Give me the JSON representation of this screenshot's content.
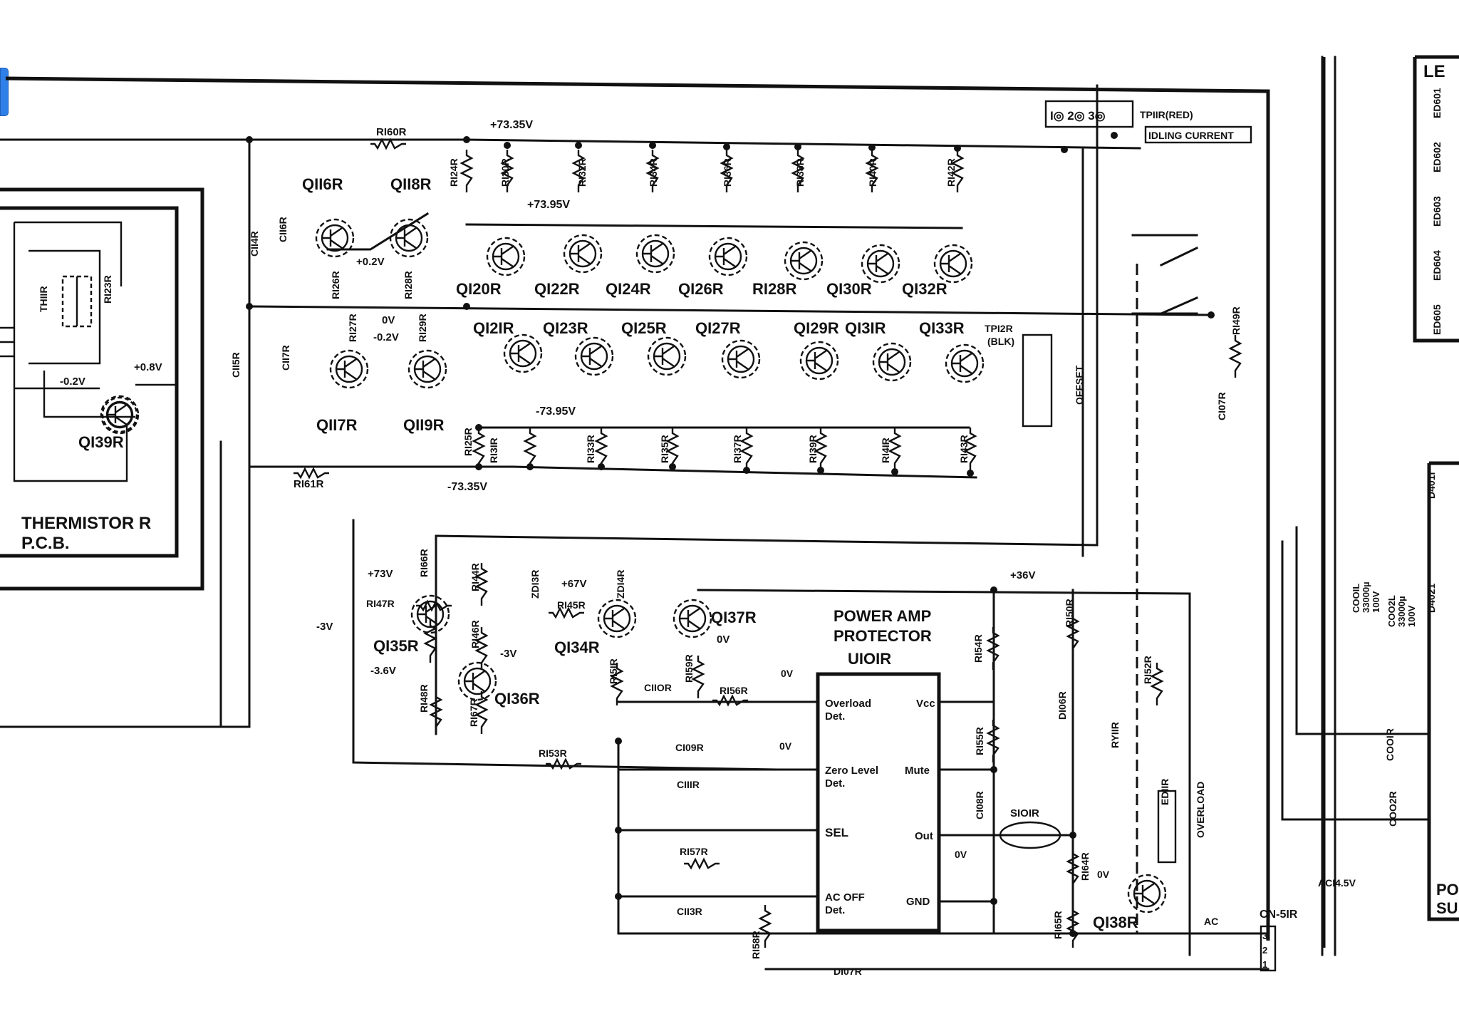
{
  "labels": {
    "thermistor_board": [
      "THERMISTOR R",
      "P.C.B."
    ],
    "th": "THIIR",
    "r123": "RI23R",
    "q139": "QI39R",
    "v08": "+0.8V",
    "vm02a": "-0.2V",
    "r160": "RI60R",
    "r161": "RI61R",
    "c114": "CII4R",
    "c115": "CII5R",
    "c116": "CII6R",
    "c117": "CII7R",
    "q116": "QII6R",
    "q118": "QII8R",
    "q117": "QII7R",
    "q119": "QII9R",
    "r124": "RI24R",
    "r125": "RI25R",
    "r126": "RI26R",
    "r127": "RI27R",
    "r128": "RI28R",
    "r129": "RI29R",
    "v02": "+0.2V",
    "v0a": "0V",
    "vm02b": "-0.2V",
    "vp7335": "+73.35V",
    "vp7395": "+73.95V",
    "vm7395": "-73.95V",
    "vm7335": "-73.35V",
    "r130": "RI30R",
    "r132": "RI32R",
    "r134": "RI34R",
    "r136": "RI36R",
    "r138": "RI38R",
    "r140": "RI40R",
    "r142": "RI42R",
    "q120": "QI20R",
    "q122": "QI22R",
    "q124": "QI24R",
    "q126": "QI26R",
    "r128t": "RI28R",
    "q130": "QI30R",
    "q132": "QI32R",
    "q121": "QI2IR",
    "q123": "QI23R",
    "q125": "QI25R",
    "q127": "QI27R",
    "q129": "QI29R",
    "q131": "QI3IR",
    "q133": "QI33R",
    "r131": "RI3IR",
    "r133": "RI33R",
    "r135": "RI35R",
    "r137": "RI37R",
    "r139": "RI39R",
    "r141": "RI4IR",
    "r143": "RI43R",
    "tp11": "TPIIR(RED)",
    "idling": "IDLING CURRENT",
    "tp_pins": "I◎ 2◎ 3◎",
    "tp12": "TPI2R",
    "blk": "(BLK)",
    "offset": "OFFSET",
    "r149": "RI49R",
    "c107": "CI07R",
    "r166": "RI66R",
    "r144": "RI44R",
    "zd13": "ZDI3R",
    "zd14": "ZDI4R",
    "v67": "+67V",
    "v73": "+73V",
    "r147": "RI47R",
    "vm3a": "-3V",
    "q135": "QI35R",
    "r145": "RI45R",
    "r146": "RI46R",
    "vm3b": "-3V",
    "q134": "QI34R",
    "q137": "QI37R",
    "v0b": "0V",
    "vm36": "-3.6V",
    "q136": "QI36R",
    "r148": "RI48R",
    "r167": "RI67R",
    "r151": "RI5IR",
    "r159": "RI59R",
    "power_amp": "POWER AMP",
    "protector": "PROTECTOR",
    "u101": "UIOIR",
    "c110": "CIIOR",
    "r156": "RI56R",
    "v0c": "0V",
    "c109": "CI09R",
    "r153": "RI53R",
    "v0d": "0V",
    "c111": "CIIIR",
    "r157": "RI57R",
    "c113": "CII3R",
    "r158": "RI58R",
    "d107": "DI07R",
    "pin_overload": [
      "Overload",
      "Det."
    ],
    "pin_zero": [
      "Zero Level",
      "Det."
    ],
    "pin_sel": "SEL",
    "pin_acoff": [
      "AC OFF",
      "Det."
    ],
    "pin_vcc": "Vcc",
    "pin_mute": "Mute",
    "pin_out": "Out",
    "pin_gnd": "GND",
    "v0e": "0V",
    "v36": "+36V",
    "r154": "RI54R",
    "r155": "RI55R",
    "c108": "CI08R",
    "s101": "SIOIR",
    "r150": "RI50R",
    "d106": "DI06R",
    "ry11": "RYIIR",
    "r152": "RI52R",
    "ed11": "EDIIR",
    "overload": "OVERLOAD",
    "r164": "RI64R",
    "r165": "RI65R",
    "v0f": "0V",
    "q138": "QI38R",
    "ac": "AC",
    "cn51": "CN-5IR",
    "ac145": "ACI4.5V",
    "cn_pins": [
      "3",
      "2",
      "1"
    ],
    "right_le": "LE",
    "right_ed": [
      "ED605",
      "ED604",
      "ED603",
      "ED602",
      "ED601"
    ],
    "c001l": [
      "COOIL",
      "33000µ",
      "100V"
    ],
    "c002l": [
      "COO2L",
      "33000µ",
      "100V"
    ],
    "d4021": "D4021",
    "d4011": "D401I",
    "c001r": "COOIR",
    "c002r": "COO2R",
    "right_po": "PO",
    "right_su": "SU"
  }
}
